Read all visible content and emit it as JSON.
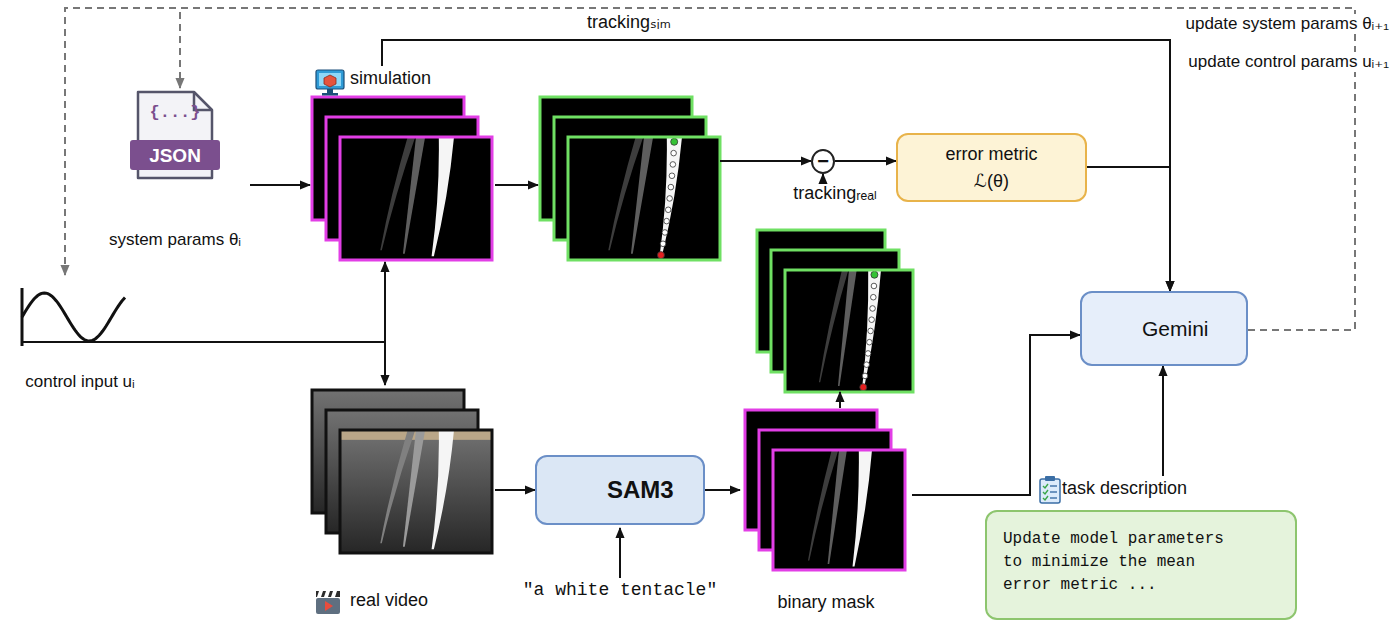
{
  "diagram": {
    "nodes": [
      {
        "text": [
          "{...}",
          "JSON",
          "system params θᵢ"
        ]
      },
      {
        "text": [
          "simulation"
        ]
      },
      {
        "text": [
          "trackingₛᵢₘ"
        ]
      },
      {
        "text": [
          "−"
        ]
      },
      {
        "text": [
          "error metric",
          "ℒ(θ)"
        ]
      },
      {
        "text": [
          "control input uᵢ"
        ]
      },
      {
        "text": [
          "trackingᵣₑₐₗ"
        ]
      },
      {
        "text": [
          "Gemini"
        ]
      },
      {
        "text": [
          "real video"
        ]
      },
      {
        "text": [
          "SAM3"
        ]
      },
      {
        "text": [
          "binary mask"
        ]
      },
      {
        "text": [
          "task description",
          "Update model parameters to minimize the mean error metric ..."
        ]
      }
    ],
    "edges": [
      {
        "from": 0,
        "to": 1,
        "arrow": "to"
      },
      {
        "from": 1,
        "to": 2,
        "arrow": "to"
      },
      {
        "from": 2,
        "to": 3,
        "arrow": "to"
      },
      {
        "from": 3,
        "to": 4,
        "arrow": "to"
      },
      {
        "from": 4,
        "to": 7,
        "arrow": "to"
      },
      {
        "from": 1,
        "to": 7,
        "arrow": "to"
      },
      {
        "from": 5,
        "to": 1,
        "arrow": "to"
      },
      {
        "from": 5,
        "to": 8,
        "arrow": "to"
      },
      {
        "from": 6,
        "to": 3,
        "arrow": "to"
      },
      {
        "from": 8,
        "to": 9,
        "arrow": "to"
      },
      {
        "from": 9,
        "to": 10,
        "arrow": "to"
      },
      {
        "from": 10,
        "to": 6,
        "arrow": "to"
      },
      {
        "from": 10,
        "to": 7,
        "arrow": "to"
      },
      {
        "from": 11,
        "to": 7,
        "arrow": "to"
      },
      {
        "from": 7,
        "to": 0,
        "arrow": "to"
      },
      {
        "from": 7,
        "to": 5,
        "arrow": "to"
      }
    ],
    "labels": [
      "\"a white tentacle\"",
      "update system params θᵢ₊₁",
      "update control params uᵢ₊₁"
    ]
  }
}
